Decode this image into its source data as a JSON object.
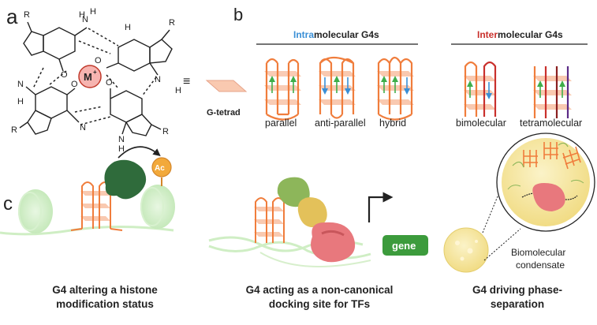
{
  "panels": {
    "a": {
      "label": "a",
      "atom_n": "N",
      "atom_h": "H",
      "atom_o": "O",
      "atom_r": "R",
      "cation": "M",
      "cation_charge": "+",
      "equiv_symbol": "≡",
      "tetrad_label": "G-tetrad"
    },
    "b": {
      "label": "b",
      "intra_prefix": "Intra",
      "intra_suffix": "molecular G4s",
      "inter_prefix": "Inter",
      "inter_suffix": "molecular G4s",
      "topologies": [
        "parallel",
        "anti-parallel",
        "hybrid",
        "bimolecular",
        "tetramolecular"
      ]
    },
    "c": {
      "label": "c",
      "acetyl_label": "Ac",
      "gene_label": "gene",
      "condensate_label_1": "Biomolecular",
      "condensate_label_2": "condensate",
      "captions": [
        [
          "G4 altering a histone",
          "modification status"
        ],
        [
          "G4 acting as a non-canonical",
          "docking site for TFs"
        ],
        [
          "G4 driving phase-",
          "separation"
        ]
      ]
    }
  },
  "colors": {
    "g4_orange": "#f07d3c",
    "tetrad_fill": "#f9c9b0",
    "intra_blue": "#3a8fd6",
    "inter_red": "#c9302c",
    "gene_green": "#3c9b3c",
    "nucleosome_green": "#cfeec4",
    "modifier_green": "#2f6b3b",
    "acetyl_orange": "#f2a93b",
    "condensate_yellow": "#f8e7a2",
    "tf_pink": "#e8787d"
  }
}
